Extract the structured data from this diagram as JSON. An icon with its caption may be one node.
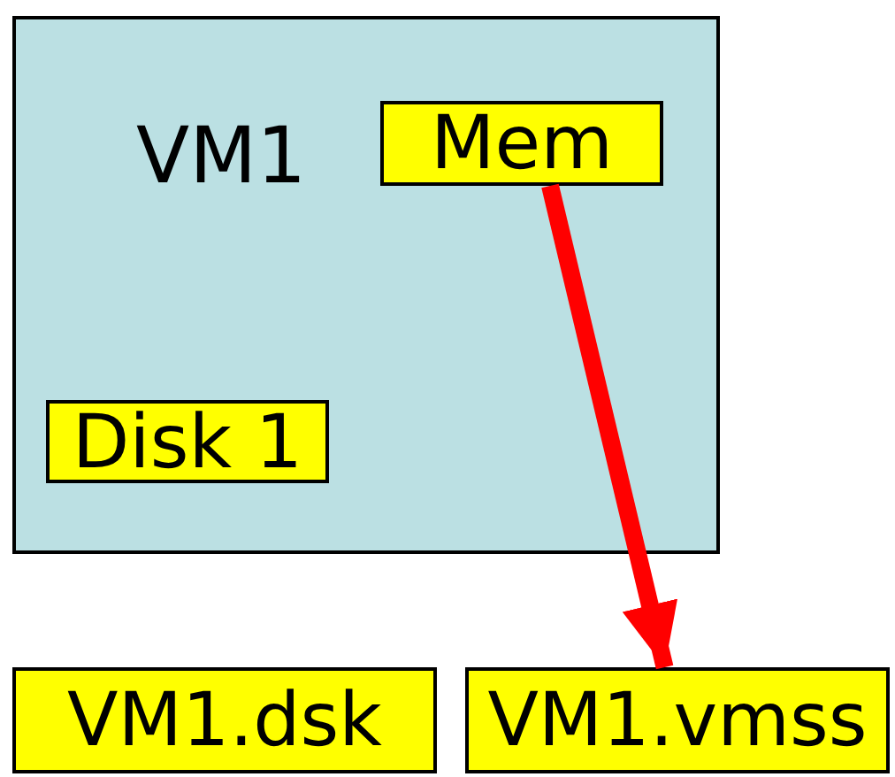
{
  "diagram": {
    "nodes": [
      {
        "text": [
          "VM1"
        ]
      },
      {
        "text": [
          "Mem"
        ],
        "in": 0
      },
      {
        "text": [
          "Disk 1"
        ],
        "in": 0
      },
      {
        "text": [
          "VM1.dsk"
        ]
      },
      {
        "text": [
          "VM1.vmss"
        ]
      }
    ],
    "edges": [
      {
        "from": 1,
        "to": 4,
        "arrow": "to",
        "color": "#ff0000"
      }
    ]
  }
}
